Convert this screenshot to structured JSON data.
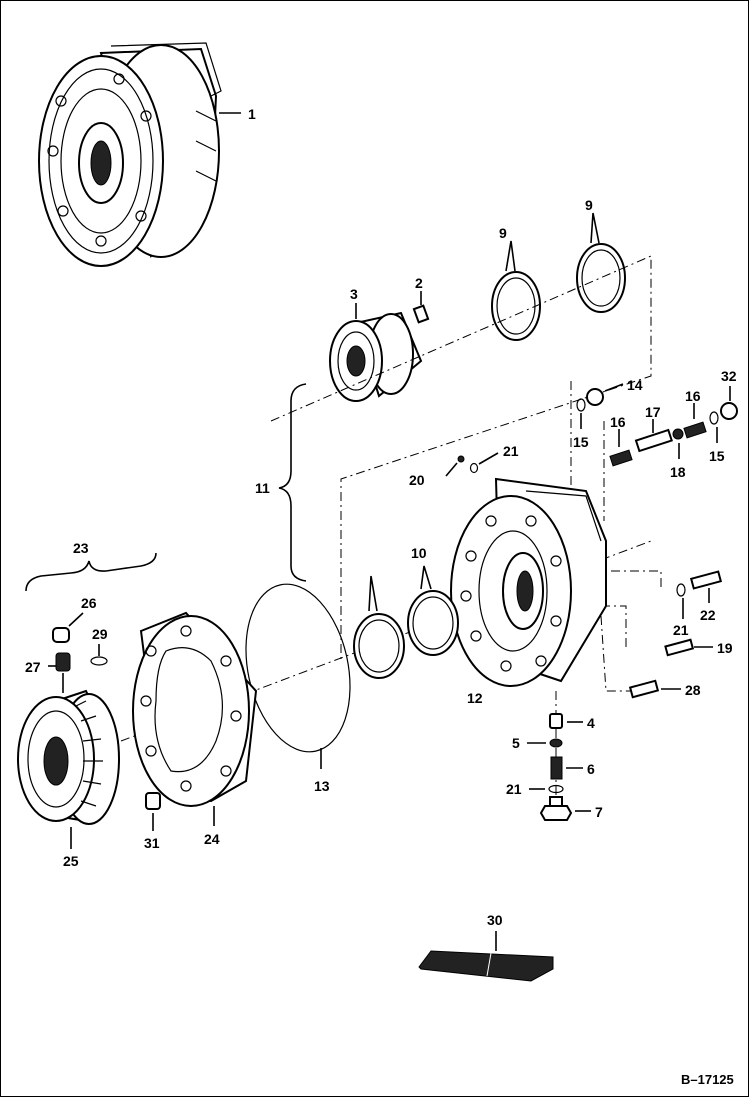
{
  "reference": "B–17125",
  "callouts": [
    {
      "id": "1",
      "text": "1"
    },
    {
      "id": "2",
      "text": "2"
    },
    {
      "id": "3",
      "text": "3"
    },
    {
      "id": "4",
      "text": "4"
    },
    {
      "id": "5",
      "text": "5"
    },
    {
      "id": "6",
      "text": "6"
    },
    {
      "id": "7",
      "text": "7"
    },
    {
      "id": "9a",
      "text": "9"
    },
    {
      "id": "9b",
      "text": "9"
    },
    {
      "id": "10",
      "text": "10"
    },
    {
      "id": "11",
      "text": "11"
    },
    {
      "id": "12",
      "text": "12"
    },
    {
      "id": "13",
      "text": "13"
    },
    {
      "id": "14",
      "text": "14"
    },
    {
      "id": "15a",
      "text": "15"
    },
    {
      "id": "15b",
      "text": "15"
    },
    {
      "id": "16a",
      "text": "16"
    },
    {
      "id": "16b",
      "text": "16"
    },
    {
      "id": "17",
      "text": "17"
    },
    {
      "id": "18",
      "text": "18"
    },
    {
      "id": "19",
      "text": "19"
    },
    {
      "id": "20",
      "text": "20"
    },
    {
      "id": "21a",
      "text": "21"
    },
    {
      "id": "21b",
      "text": "21"
    },
    {
      "id": "21c",
      "text": "21"
    },
    {
      "id": "22",
      "text": "22"
    },
    {
      "id": "23",
      "text": "23"
    },
    {
      "id": "24",
      "text": "24"
    },
    {
      "id": "25",
      "text": "25"
    },
    {
      "id": "26",
      "text": "26"
    },
    {
      "id": "27",
      "text": "27"
    },
    {
      "id": "28",
      "text": "28"
    },
    {
      "id": "29",
      "text": "29"
    },
    {
      "id": "30",
      "text": "30"
    },
    {
      "id": "31",
      "text": "31"
    },
    {
      "id": "32",
      "text": "32"
    }
  ]
}
